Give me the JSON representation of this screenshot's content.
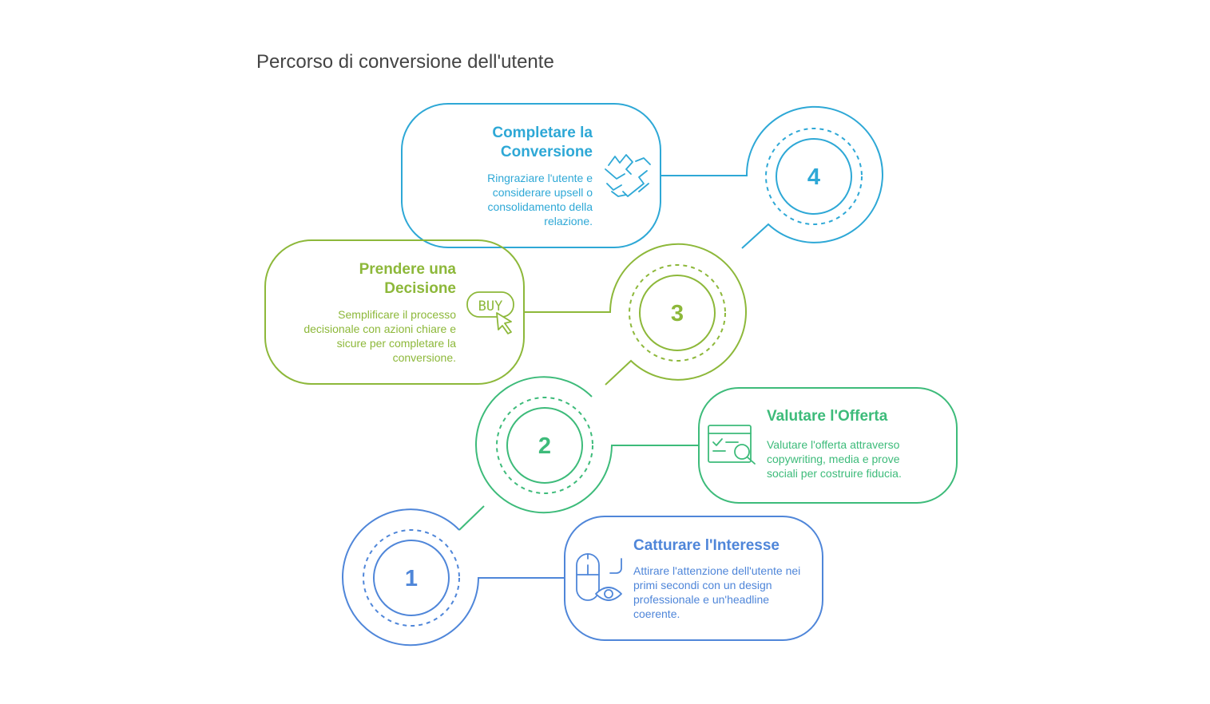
{
  "title": "Percorso di conversione dell'utente",
  "colors": {
    "step1": "#4f86d9",
    "step2": "#3dbb7a",
    "step3": "#8db83a",
    "step4": "#2ea8d6",
    "title": "#444444"
  },
  "steps": [
    {
      "number": "1",
      "title": "Catturare l'Interesse",
      "description": "Attirare l'attenzione dell'utente nei primi secondi con un design professionale e un'headline coerente.",
      "icon": "mouse-eye-icon"
    },
    {
      "number": "2",
      "title": "Valutare l'Offerta",
      "description": "Valutare l'offerta attraverso copywriting, media e prove sociali per costruire fiducia.",
      "icon": "document-search-icon"
    },
    {
      "number": "3",
      "title": "Prendere una Decisione",
      "description": "Semplificare il processo decisionale con azioni chiare e sicure per completare la conversione.",
      "icon": "buy-cursor-icon"
    },
    {
      "number": "4",
      "title": "Completare la Conversione",
      "description": "Ringraziare l'utente e considerare upsell o consolidamento della relazione.",
      "icon": "handshake-icon"
    }
  ]
}
